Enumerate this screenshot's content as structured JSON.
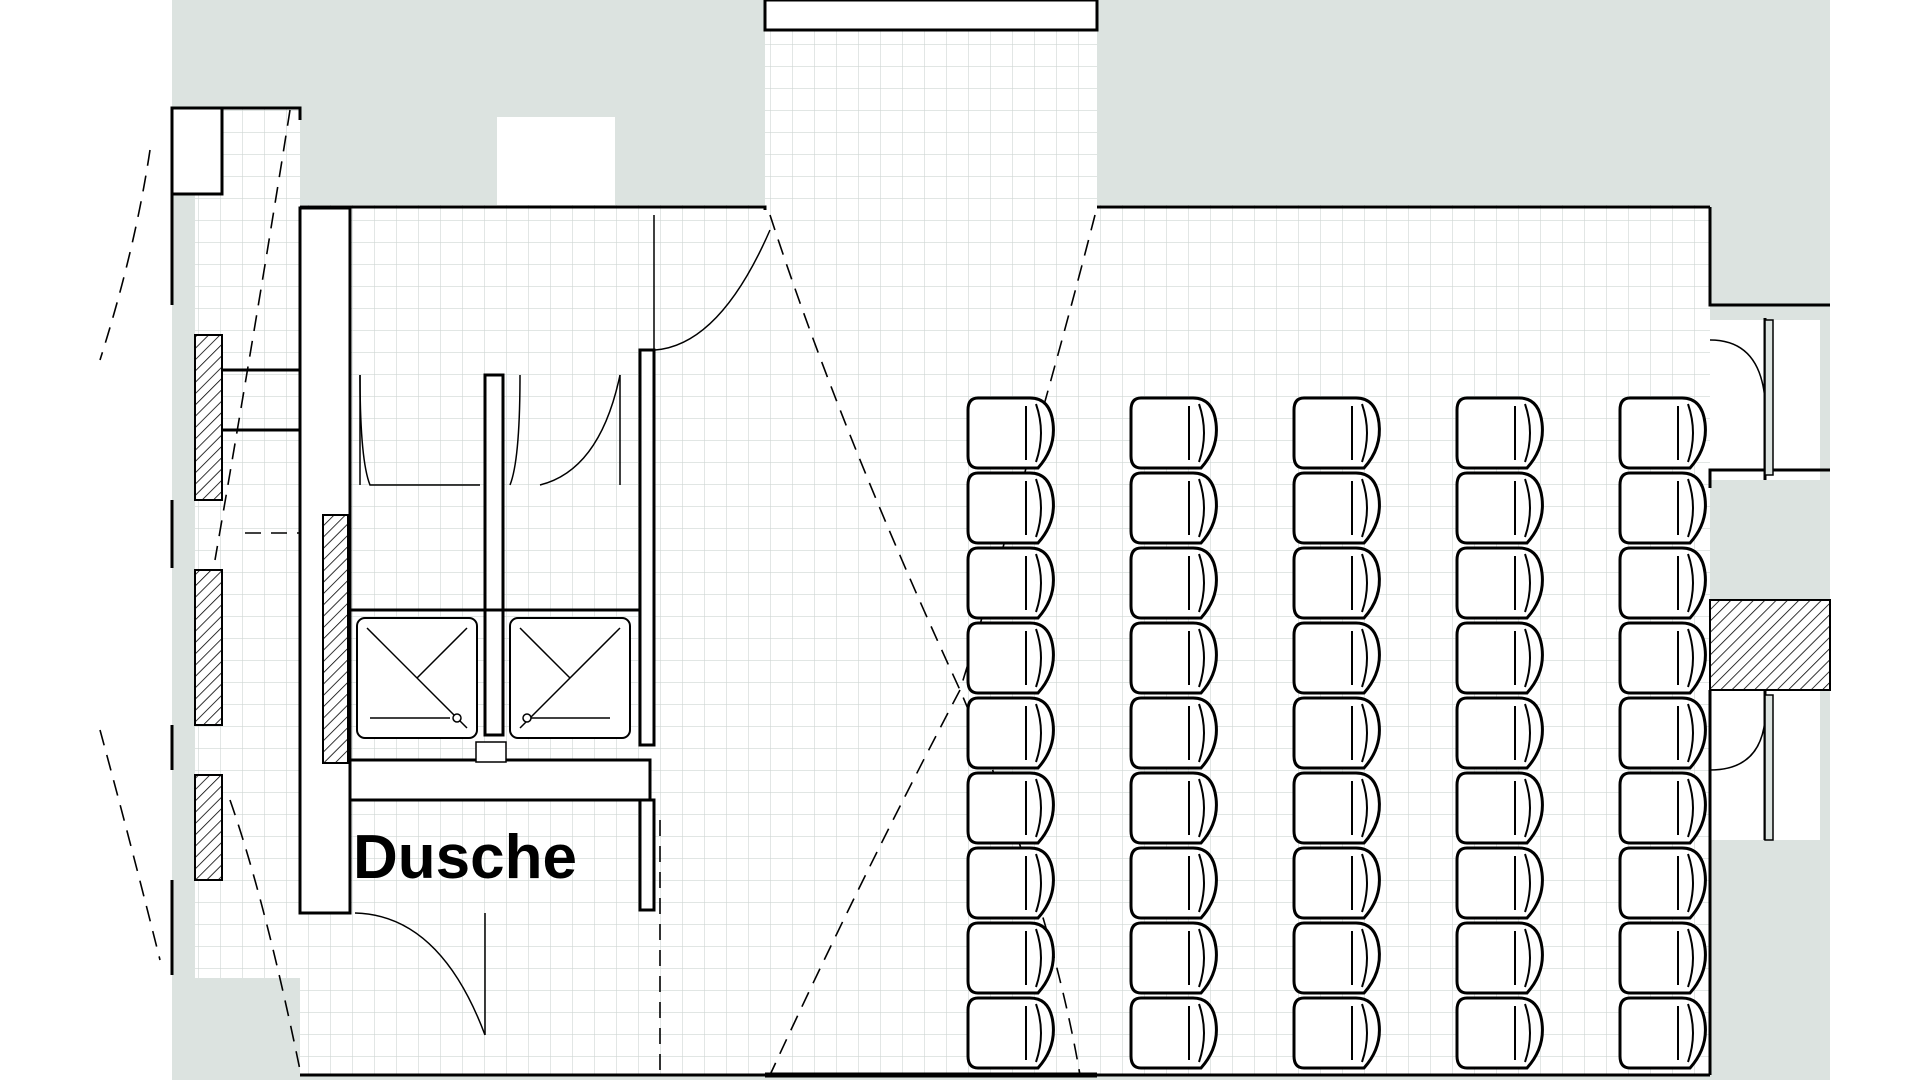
{
  "labels": {
    "shower_room": "Dusche"
  },
  "seating": {
    "columns": 5,
    "rows": 9
  },
  "colors": {
    "exterior": "#dce3e0",
    "interior": "#ffffff",
    "grid": "#cfd6d3",
    "wall": "#000000"
  }
}
